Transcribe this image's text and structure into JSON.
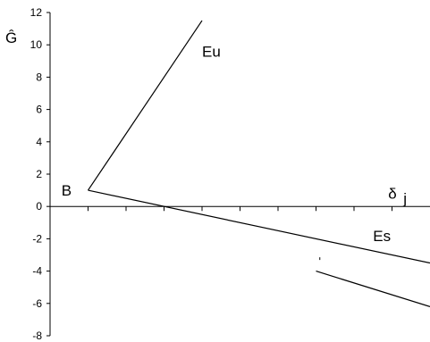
{
  "chart_data": {
    "type": "line",
    "xlabel": "",
    "ylabel": "Ĝ",
    "ylim": [
      -8,
      12
    ],
    "xlim": [
      0,
      10
    ],
    "grid": false,
    "yticks": [
      12,
      10,
      8,
      6,
      4,
      2,
      0,
      -2,
      -4,
      -6,
      -8
    ],
    "ytick_labels": [
      "12",
      "10",
      "8",
      "6",
      "4",
      "2",
      "0",
      "-2",
      "-4",
      "-6",
      "-8"
    ],
    "xticks": [
      1,
      2,
      3,
      4,
      5,
      6,
      7,
      8,
      9
    ],
    "series": [
      {
        "name": "Eu",
        "x": [
          1,
          4
        ],
        "y": [
          1,
          11.5
        ]
      },
      {
        "name": "Es",
        "x": [
          1,
          10
        ],
        "y": [
          1,
          -3.5
        ]
      },
      {
        "name": "",
        "x": [
          7,
          10
        ],
        "y": [
          -4,
          -6.2
        ]
      },
      {
        "name": "",
        "x": [
          7.1
        ],
        "y": [
          -3.2
        ]
      }
    ],
    "annotations": [
      {
        "text": "B",
        "x": 0.3,
        "y": 1.0
      },
      {
        "text": "Eu",
        "x": 4,
        "y": 9.6
      },
      {
        "text": "Es",
        "x": 8.5,
        "y": -1.8
      },
      {
        "text": "δ",
        "x": 8.9,
        "y": 0.8
      },
      {
        "text": "j",
        "x": 9.3,
        "y": 0.5
      }
    ]
  }
}
